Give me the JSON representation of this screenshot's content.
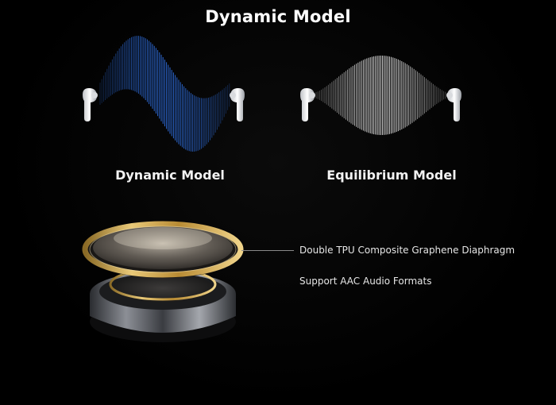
{
  "header": {
    "title": "Dynamic Model"
  },
  "modes": [
    {
      "label": "Dynamic Model",
      "wave_color": "#2f6fe0",
      "icon": "earbud-icon"
    },
    {
      "label": "Equilibrium Model",
      "wave_color": "#e8e8e8",
      "icon": "earbud-icon"
    }
  ],
  "driver": {
    "icon": "speaker-driver-icon",
    "ring_color": "#c9a24a",
    "features": [
      "Double TPU Composite Graphene Diaphragm",
      "Support AAC Audio Formats"
    ]
  }
}
